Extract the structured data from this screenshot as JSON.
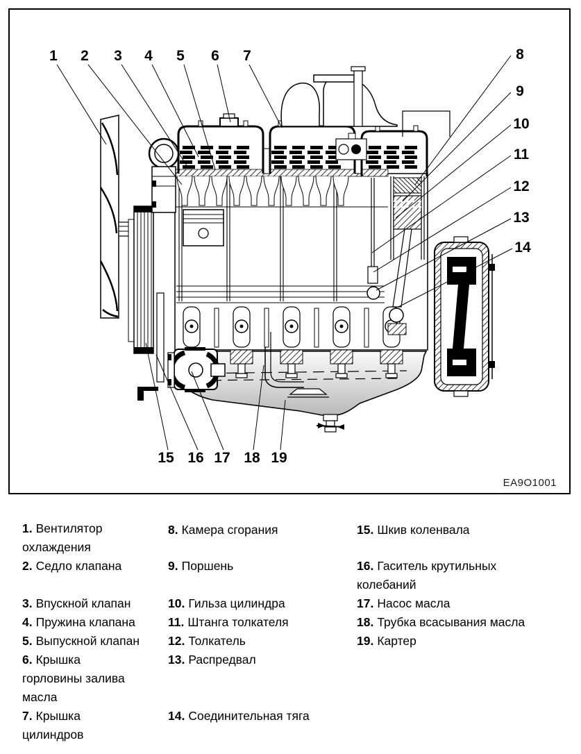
{
  "figure_code": "EA9O1001",
  "colors": {
    "line": "#000000",
    "background": "#ffffff",
    "oil_shade": "#b9b9b9"
  },
  "parts": [
    {
      "num": "1",
      "label": "Вентилятор\nохлаждения"
    },
    {
      "num": "2",
      "label": "Седло клапана"
    },
    {
      "num": "3",
      "label": "Впускной клапан"
    },
    {
      "num": "4",
      "label": "Пружина клапана"
    },
    {
      "num": "5",
      "label": "Выпускной клапан"
    },
    {
      "num": "6",
      "label": "Крышка\nгорловины залива\nмасла"
    },
    {
      "num": "7",
      "label": "Крышка\nцилиндров"
    },
    {
      "num": "8",
      "label": "Камера сгорания"
    },
    {
      "num": "9",
      "label": "Поршень"
    },
    {
      "num": "10",
      "label": "Гильза цилиндра"
    },
    {
      "num": "11",
      "label": "Штанга толкателя"
    },
    {
      "num": "12",
      "label": "Толкатель"
    },
    {
      "num": "13",
      "label": "Распредвал"
    },
    {
      "num": "14",
      "label": "Соединительная тяга"
    },
    {
      "num": "15",
      "label": "Шкив коленвала"
    },
    {
      "num": "16",
      "label": "Гаситель крутильных\nколебаний"
    },
    {
      "num": "17",
      "label": "Насос масла"
    },
    {
      "num": "18",
      "label": "Трубка всасывания масла"
    },
    {
      "num": "19",
      "label": "Картер"
    }
  ],
  "legend": {
    "columns": [
      [
        "1",
        "2",
        "3",
        "4",
        "5",
        "6",
        "7"
      ],
      [
        "8",
        "9",
        "10",
        "11",
        "12",
        "13",
        "14"
      ],
      [
        "15",
        "16",
        "17",
        "18",
        "19"
      ]
    ]
  }
}
